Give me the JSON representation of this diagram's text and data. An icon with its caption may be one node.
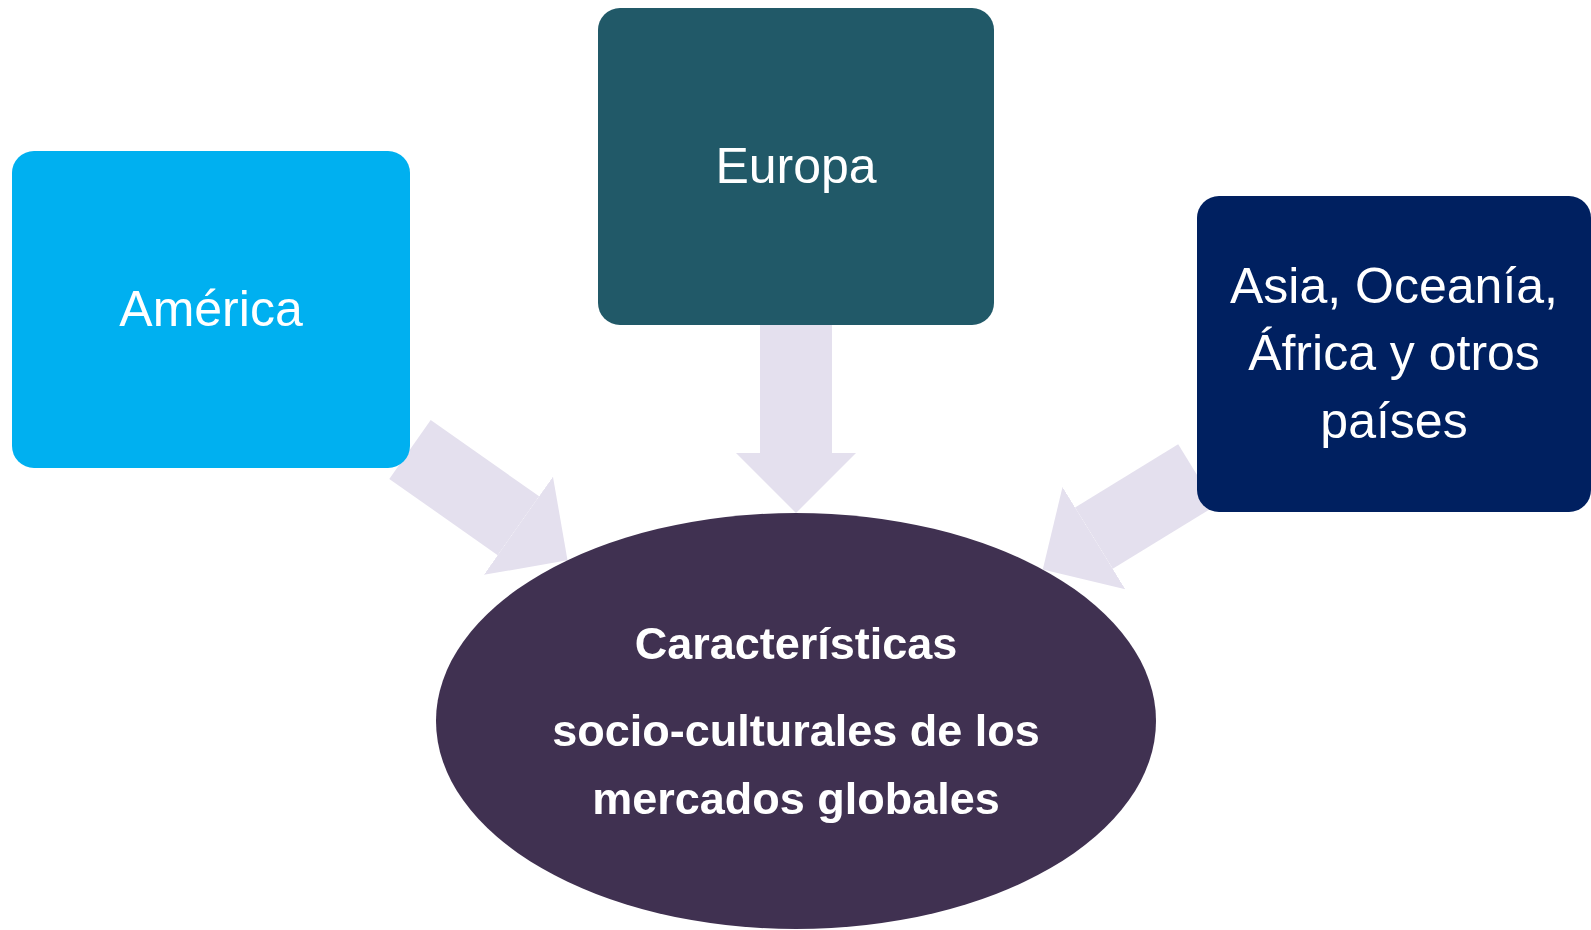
{
  "diagram": {
    "nodes": [
      {
        "text": [
          "América"
        ]
      },
      {
        "text": [
          "Europa"
        ]
      },
      {
        "text": [
          "Asia, Oceanía, África y otros países"
        ]
      },
      {
        "text": [
          "Características",
          "socio-culturales de los mercados globales"
        ]
      }
    ],
    "edges": [
      {
        "from": 0,
        "to": 3,
        "arrow": "to"
      },
      {
        "from": 1,
        "to": 3,
        "arrow": "to"
      },
      {
        "from": 2,
        "to": 3,
        "arrow": "to"
      }
    ]
  }
}
